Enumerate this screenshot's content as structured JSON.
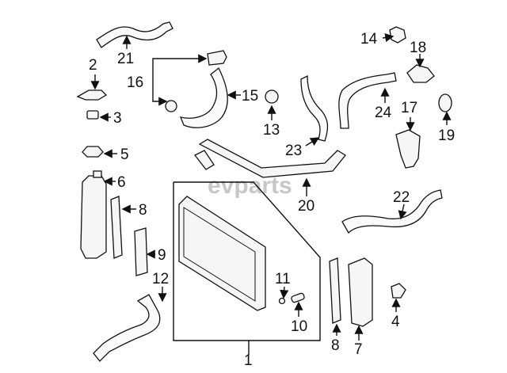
{
  "watermark": "evparts",
  "callouts": {
    "c1": "1",
    "c2": "2",
    "c3": "3",
    "c4": "4",
    "c5": "5",
    "c6": "6",
    "c7": "7",
    "c8": "8",
    "c9": "9",
    "c10": "10",
    "c11": "11",
    "c12": "12",
    "c13": "13",
    "c14": "14",
    "c15": "15",
    "c16": "16",
    "c17": "17",
    "c18": "18",
    "c19": "19",
    "c20": "20",
    "c21": "21",
    "c22": "22",
    "c23": "23",
    "c24": "24"
  }
}
